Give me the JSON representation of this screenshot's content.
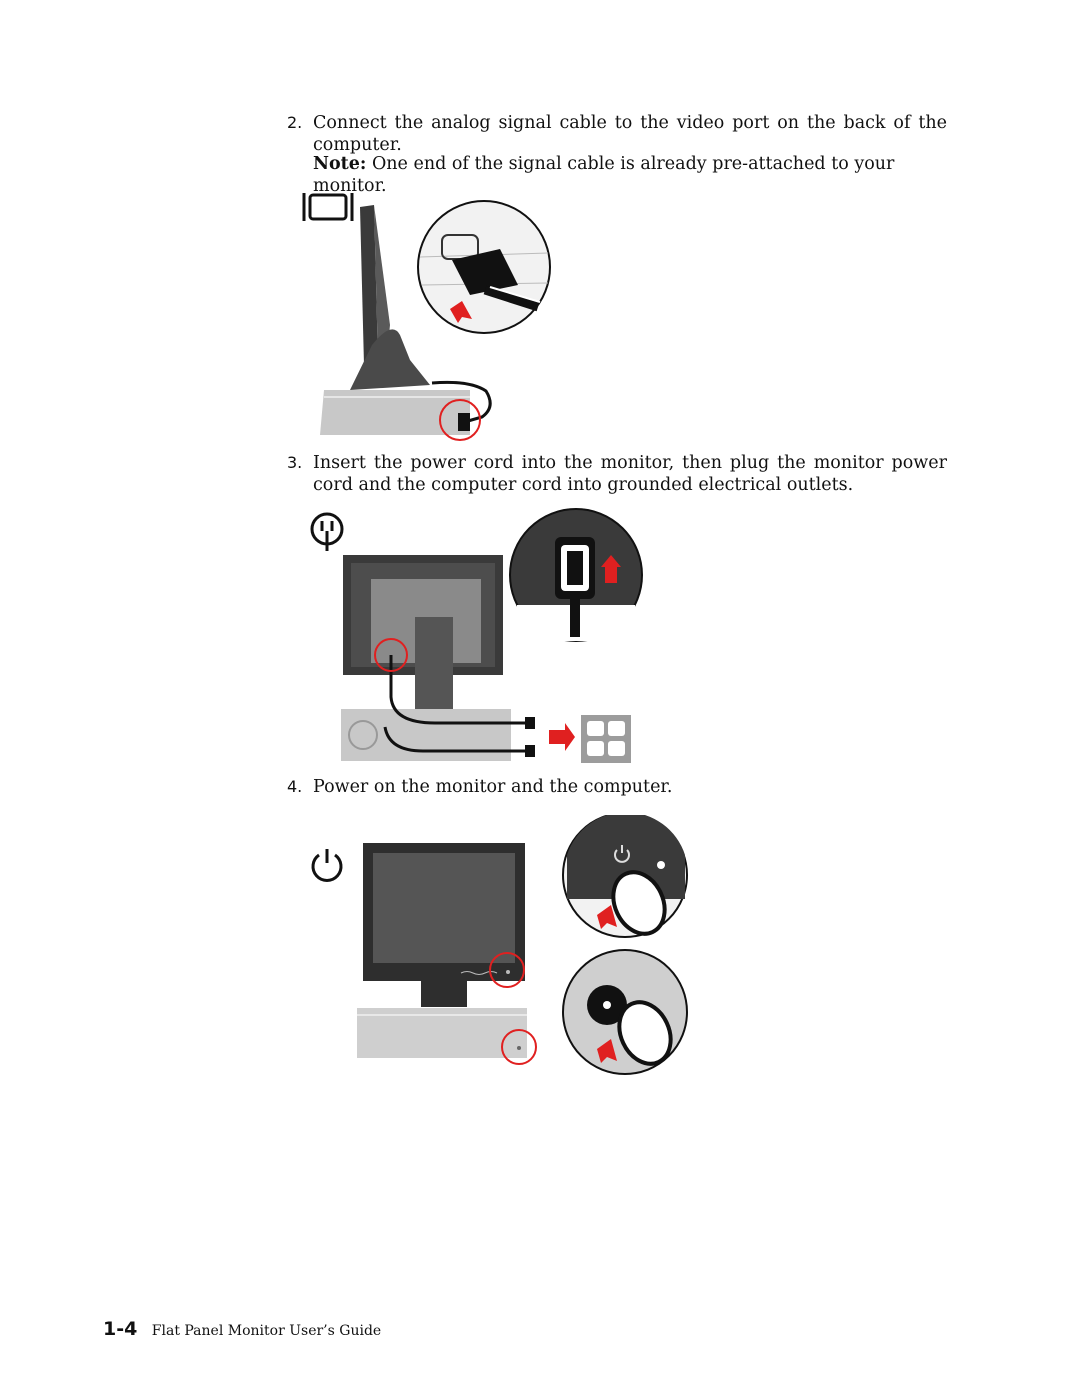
{
  "steps": [
    {
      "number": "2.",
      "text": "Connect the analog signal cable to the video port on the back of the computer."
    },
    {
      "number": "3.",
      "text": "Insert the power cord into the monitor, then plug the monitor power cord and the computer cord into grounded electrical outlets."
    },
    {
      "number": "4.",
      "text": "Power on the monitor and the computer."
    }
  ],
  "note": {
    "label": "Note:",
    "text": "One end of the signal cable is already pre-attached to your monitor."
  },
  "footer": {
    "page_number": "1-4",
    "title": "Flat Panel Monitor User’s Guide"
  },
  "icons": {
    "video_port": "video-port-icon",
    "power_plug": "power-plug-icon",
    "power_button": "power-symbol-icon"
  },
  "colors": {
    "highlight_red": "#e02020",
    "monitor_dark": "#3a3a3a",
    "base_gray": "#c8c8c8"
  }
}
